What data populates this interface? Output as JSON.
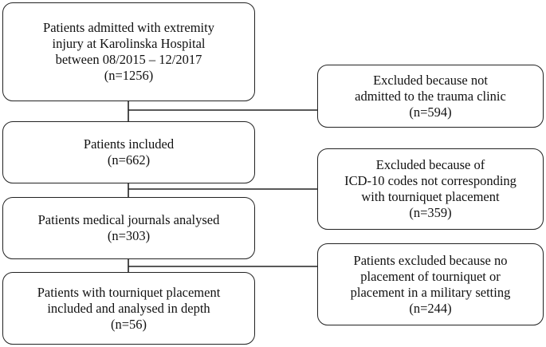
{
  "flow_main": [
    {
      "lines": [
        "Patients admitted with extremity",
        "injury at Karolinska Hospital",
        "between 08/2015 – 12/2017",
        "(n=1256)"
      ]
    },
    {
      "lines": [
        "Patients included",
        "(n=662)"
      ]
    },
    {
      "lines": [
        "Patients medical journals analysed",
        "(n=303)"
      ]
    },
    {
      "lines": [
        "Patients with tourniquet placement",
        "included and analysed in depth",
        "(n=56)"
      ]
    }
  ],
  "flow_excluded": [
    {
      "lines": [
        "Excluded because not",
        "admitted to the trauma clinic",
        "(n=594)"
      ]
    },
    {
      "lines": [
        "Excluded because of",
        "ICD-10 codes not corresponding",
        "with tourniquet placement",
        "(n=359)"
      ]
    },
    {
      "lines": [
        "Patients excluded because no",
        "placement of tourniquet or",
        "placement in a military setting",
        "(n=244)"
      ]
    }
  ]
}
